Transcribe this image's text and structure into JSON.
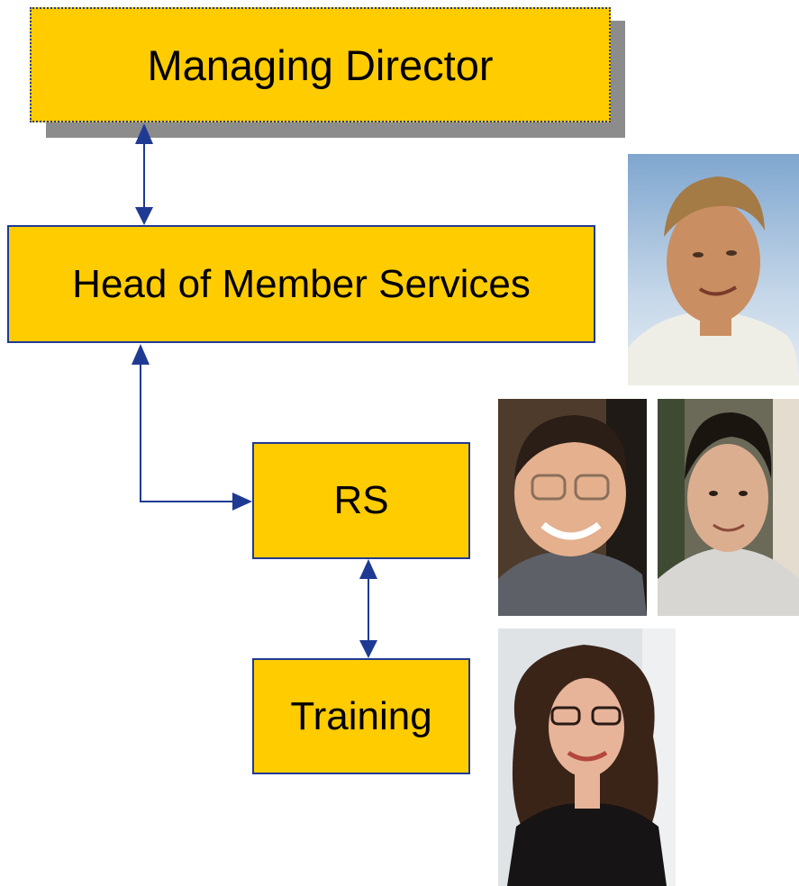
{
  "nodes": {
    "managing_director": "Managing Director",
    "head_of_member_services": "Head of Member Services",
    "rs": "RS",
    "training": "Training"
  },
  "colors": {
    "box_fill": "#FFCC00",
    "box_border": "#1F3A93",
    "connector": "#1F3A93",
    "shadow": "#8c8c8c"
  }
}
